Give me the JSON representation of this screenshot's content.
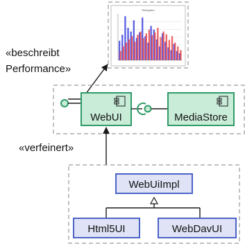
{
  "labels": {
    "describes_line1": "«beschreibt",
    "describes_line2": "Performance»",
    "refines": "«verfeinert»"
  },
  "components": {
    "webui": "WebUI",
    "mediastore": "MediaStore"
  },
  "classes": {
    "impl": "WebUiImpl",
    "html5": "Html5UI",
    "webdav": "WebDavUI"
  },
  "colors": {
    "component_fill": "#c9ecd9",
    "component_stroke": "#2e9a66",
    "class_fill": "#dfe3f5",
    "class_stroke": "#4a63c8",
    "series_blue": "#3b3fe0",
    "series_red": "#ea3b3b"
  },
  "icons": [
    "component-icon",
    "provided-interface-icon",
    "required-interface-icon",
    "generalization-arrow-icon",
    "dependency-arrow-icon"
  ],
  "histogram": {
    "title": "Histogram",
    "blue": [
      0.42,
      0.55,
      0.95,
      0.7,
      0.62,
      0.86,
      0.48,
      0.6,
      0.92,
      0.52,
      0.38,
      0.74,
      0.66,
      0.45,
      0.3,
      0.58,
      0.4,
      0.28,
      0.22,
      0.35,
      0.2,
      0.15
    ],
    "red": [
      0.2,
      0.3,
      0.38,
      0.45,
      0.52,
      0.4,
      0.55,
      0.62,
      0.48,
      0.58,
      0.66,
      0.54,
      0.6,
      0.7,
      0.5,
      0.62,
      0.56,
      0.44,
      0.52,
      0.38,
      0.3,
      0.22
    ]
  }
}
